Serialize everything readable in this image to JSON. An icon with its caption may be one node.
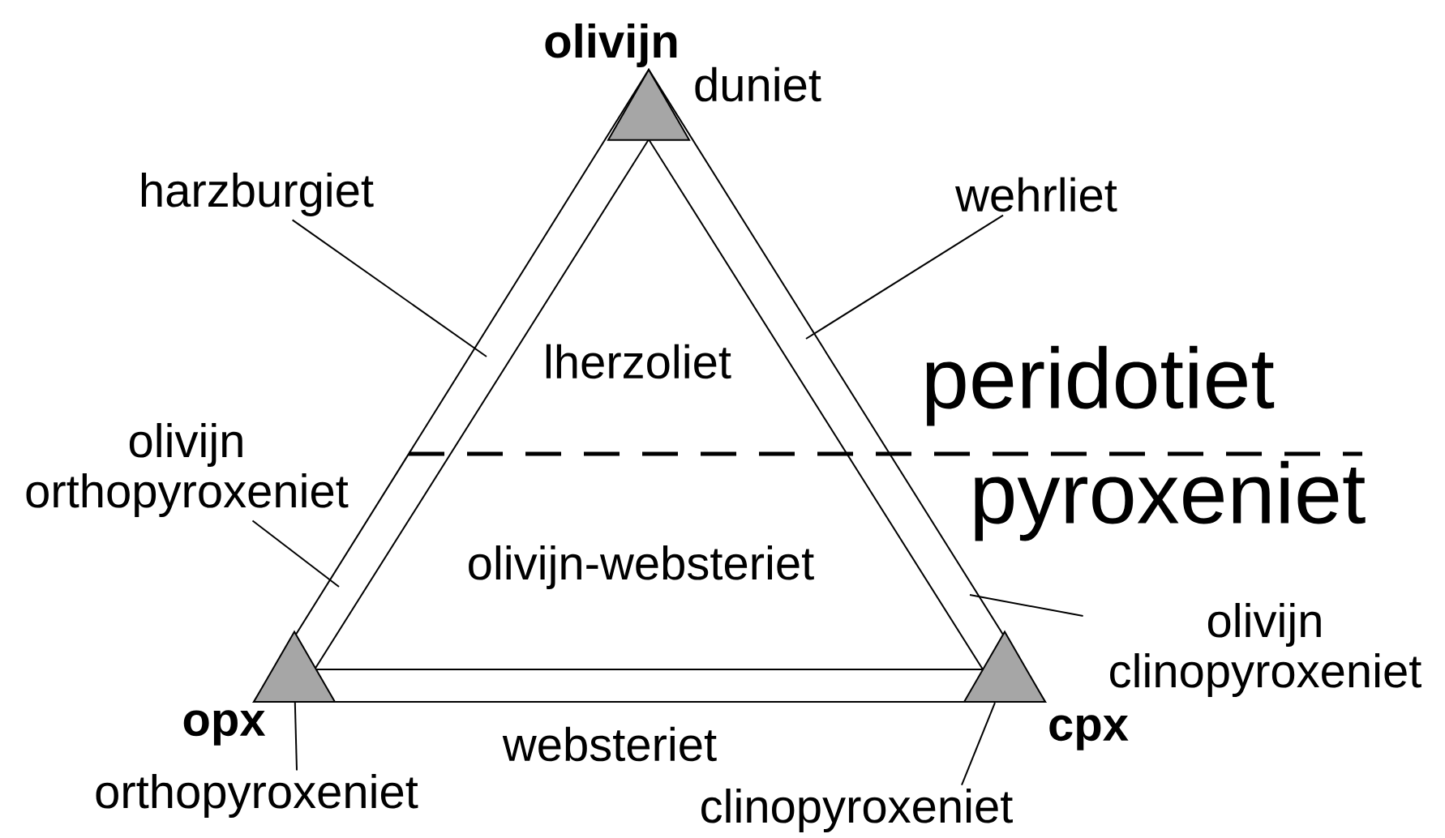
{
  "diagram": {
    "nodes": [
      {
        "text": [],
        "shape": "triangle",
        "beside": [
          "olivijn",
          "duniet"
        ]
      },
      {
        "text": [
          "harzburgiet"
        ]
      },
      {
        "text": [
          "wehrliet"
        ]
      },
      {
        "text": [
          "olivijn orthopyroxeniet"
        ]
      },
      {
        "text": [
          "olivijn clinopyroxeniet"
        ]
      },
      {
        "text": [],
        "shape": "triangle",
        "beside": [
          "opx"
        ]
      },
      {
        "text": [],
        "shape": "triangle",
        "beside": [
          "cpx"
        ]
      },
      {
        "text": [
          "orthopyroxeniet"
        ]
      },
      {
        "text": [
          "clinopyroxeniet"
        ]
      }
    ],
    "edges": [
      {
        "from": 1,
        "to": null,
        "arrow": "none"
      },
      {
        "from": 2,
        "to": null,
        "arrow": "none"
      },
      {
        "from": 3,
        "to": null,
        "arrow": "none"
      },
      {
        "from": 4,
        "to": null,
        "arrow": "none"
      },
      {
        "from": 7,
        "to": 5,
        "arrow": "none"
      },
      {
        "from": 8,
        "to": 6,
        "arrow": "none"
      }
    ],
    "labels": [
      "lherzoliet",
      "peridotiet",
      "pyroxeniet",
      "olivijn-websteriet",
      "websteriet"
    ]
  }
}
